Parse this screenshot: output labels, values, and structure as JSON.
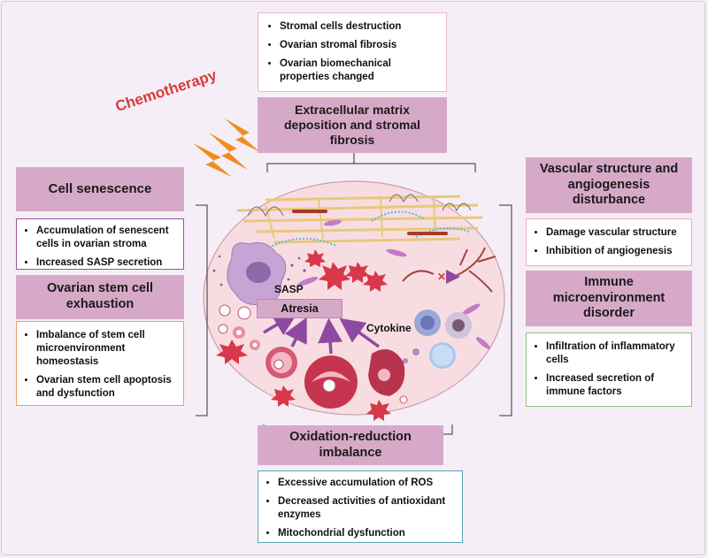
{
  "chemo": {
    "label": "Chemotherapy",
    "color": "#d83a3a"
  },
  "ecm": {
    "title": "Extracellular matrix deposition  and stromal fibrosis",
    "items": [
      "Stromal cells destruction",
      "Ovarian stromal fibrosis",
      "Ovarian biomechanical properties changed"
    ]
  },
  "senescence": {
    "title": "Cell senescence",
    "items": [
      "Accumulation of senescent cells in ovarian stroma",
      "Increased SASP secretion"
    ]
  },
  "stem": {
    "title": "Ovarian stem cell exhaustion",
    "items": [
      "Imbalance of stem cell microenvironment homeostasis",
      "Ovarian stem cell apoptosis and dysfunction"
    ]
  },
  "vascular": {
    "title": "Vascular structure and angiogenesis disturbance",
    "items": [
      "Damage  vascular structure",
      "Inhibition of angiogenesis"
    ]
  },
  "immune": {
    "title": "Immune microenvironment disorder",
    "items": [
      "Infiltration of inflammatory cells",
      "Increased secretion of immune factors"
    ]
  },
  "redox": {
    "title": "Oxidation-reduction imbalance",
    "items": [
      "Excessive accumulation of ROS",
      "Decreased activities of antioxidant enzymes",
      "Mitochondrial dysfunction"
    ]
  },
  "center": {
    "sasp": "SASP",
    "atresia": "Atresia",
    "cytokine": "Cytokine"
  },
  "colors": {
    "header": "#d7a9c8",
    "senescence_border": "#9c4fa0",
    "stem_border": "#e8a06a",
    "immune_border": "#8fbf7a",
    "redox_border": "#5aa5b8",
    "ecm_border": "#e7b9c8",
    "vascular_border": "#e8b3b3",
    "arrow": "#8e4aa0",
    "lightning": "#f08c1e"
  }
}
